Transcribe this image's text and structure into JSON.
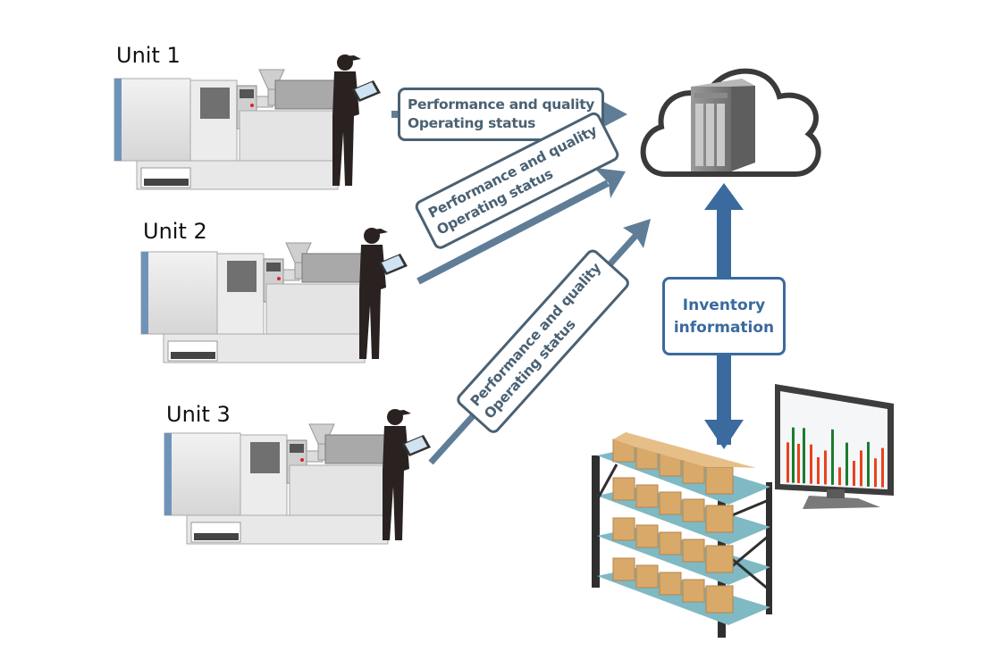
{
  "diagram": {
    "title": "Production unit monitoring to cloud and inventory",
    "units": [
      {
        "label": "Unit 1",
        "flow_lines": [
          "Performance and quality",
          "Operating status"
        ]
      },
      {
        "label": "Unit 2",
        "flow_lines": [
          "Performance and quality",
          "Operating status"
        ]
      },
      {
        "label": "Unit 3",
        "flow_lines": [
          "Performance and quality",
          "Operating status"
        ]
      }
    ],
    "cloud": {
      "label": "cloud-server",
      "icon": "server-icon"
    },
    "inventory_link": {
      "lines": [
        "Inventory",
        "information"
      ],
      "direction": "bidirectional"
    },
    "warehouse": {
      "icon": "shelf-with-boxes-icon"
    },
    "monitor": {
      "icon": "bar-chart-monitor-icon"
    },
    "colors": {
      "flow_arrow": "#5f7d97",
      "flow_text": "#4a6173",
      "inventory": "#3a6a9e",
      "cloud_outline": "#333333",
      "shelf": "#7fb9c4",
      "box": "#d9a96a",
      "bar_red": "#e8431f",
      "bar_green": "#1d7a2f"
    }
  }
}
